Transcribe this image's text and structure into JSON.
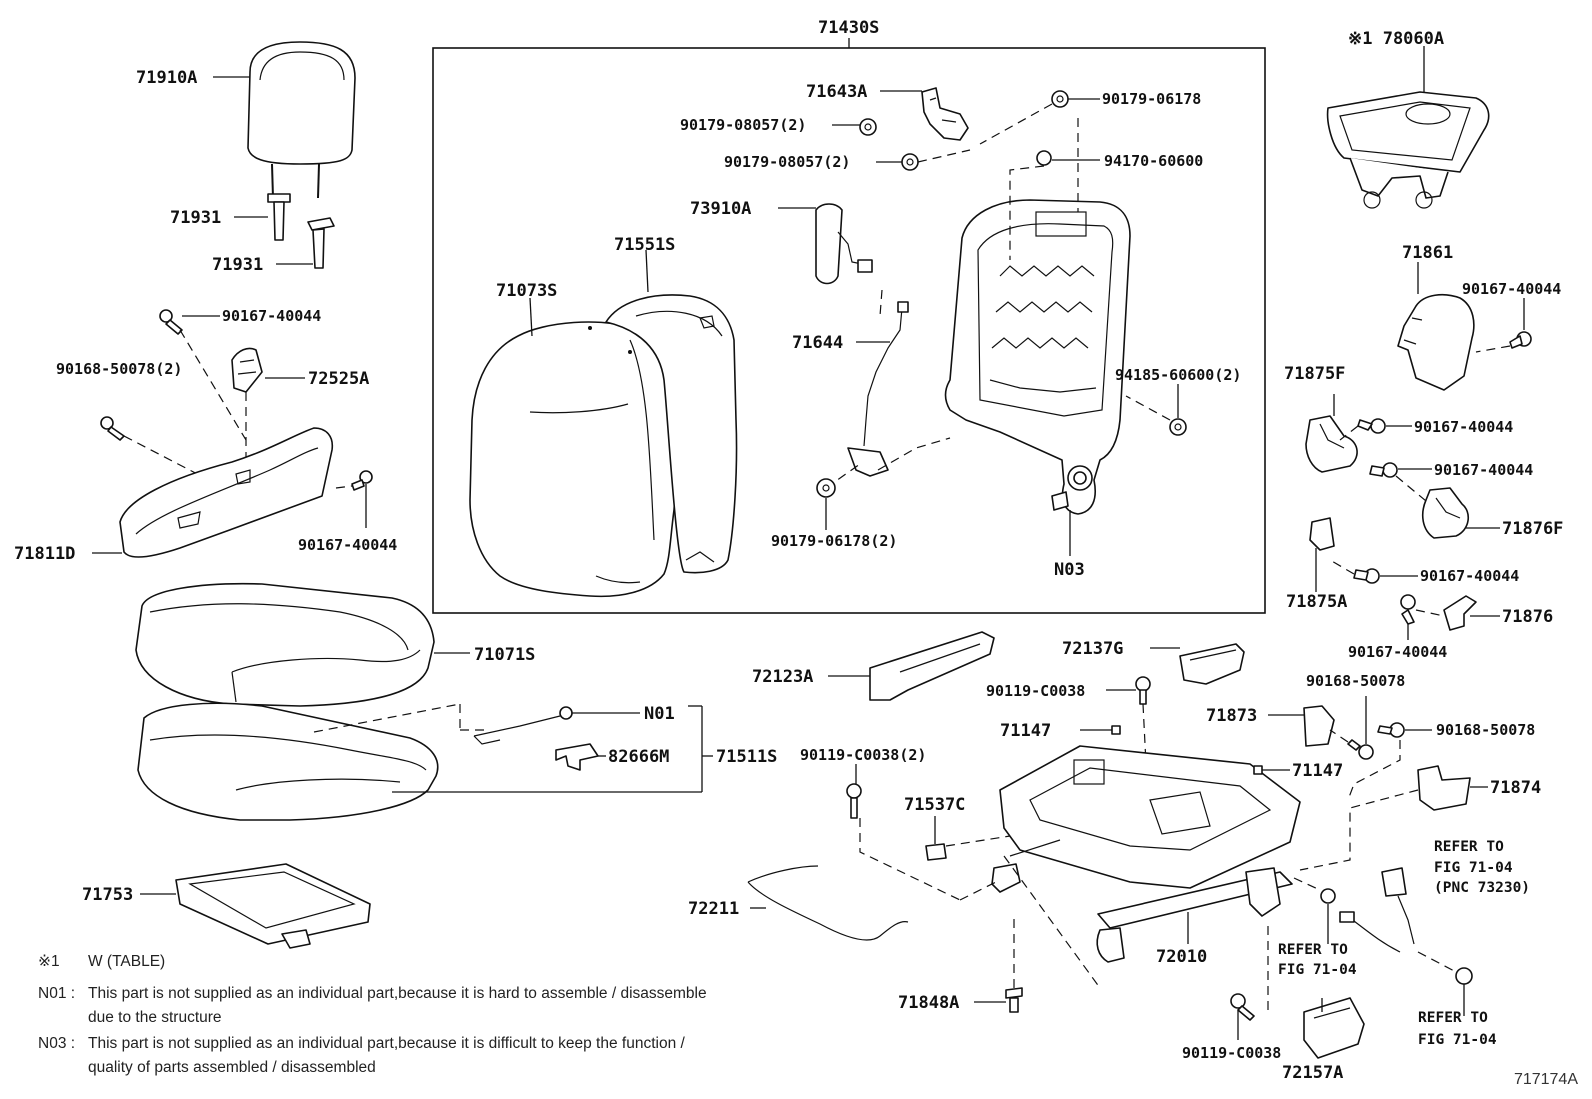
{
  "parts": {
    "p71430S": "71430S",
    "p78060A": "※1 78060A",
    "p71910A": "71910A",
    "p71931a": "71931",
    "p71931b": "71931",
    "p71643A": "71643A",
    "p90179_08057a": "90179-08057(2)",
    "p90179_08057b": "90179-08057(2)",
    "p90179_06178a": "90179-06178",
    "p94170_60600": "94170-60600",
    "p73910A": "73910A",
    "p71551S": "71551S",
    "p71073S": "71073S",
    "p71644": "71644",
    "p94185_60600": "94185-60600(2)",
    "p90179_06178b": "90179-06178(2)",
    "pN03": "N03",
    "p90167_40044a": "90167-40044",
    "p90168_50078a": "90168-50078(2)",
    "p72525A": "72525A",
    "p90167_40044b": "90167-40044",
    "p71811D": "71811D",
    "p71861": "71861",
    "p90167_40044c": "90167-40044",
    "p71875F": "71875F",
    "p90167_40044d": "90167-40044",
    "p90167_40044e": "90167-40044",
    "p71876F": "71876F",
    "p90167_40044f": "90167-40044",
    "p71875A": "71875A",
    "p71876": "71876",
    "p90167_40044g": "90167-40044",
    "p71071S": "71071S",
    "pN01": "N01",
    "p82666M": "82666M",
    "p71511S": "71511S",
    "p72123A": "72123A",
    "p72137G": "72137G",
    "p90119_C0038a": "90119-C0038",
    "p90168_50078b": "90168-50078",
    "p71873": "71873",
    "p90168_50078c": "90168-50078",
    "p71147a": "71147",
    "p71147b": "71147",
    "p90119_C0038b": "90119-C0038(2)",
    "p71537C": "71537C",
    "p71874": "71874",
    "p71753": "71753",
    "p72211": "72211",
    "p72010": "72010",
    "p71848A": "71848A",
    "p90119_C0038c": "90119-C0038",
    "p72157A": "72157A"
  },
  "refs": {
    "ref1": [
      "REFER TO",
      "FIG 71-04",
      "(PNC 73230)"
    ],
    "ref2": [
      "REFER TO",
      "FIG 71-04"
    ],
    "ref3": [
      "REFER TO",
      "FIG 71-04"
    ]
  },
  "notes": {
    "note1": {
      "code": "※1",
      "text": "W (TABLE)"
    },
    "note2": {
      "code": "N01 :",
      "line1": "This part is not supplied as an individual part,because it is hard to assemble / disassemble",
      "line2": "due to the structure"
    },
    "note3": {
      "code": "N03 :",
      "line1": "This part is not supplied as an individual part,because it is difficult to keep the function /",
      "line2": "quality of parts assembled / disassembled"
    }
  },
  "catalog_no": "717174A"
}
